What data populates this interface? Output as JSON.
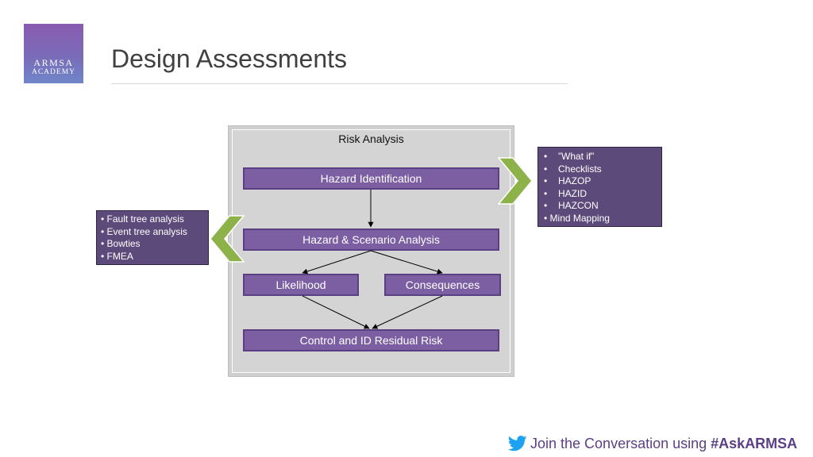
{
  "logo": {
    "line1": "ARMSA",
    "line2": "ACADEMY"
  },
  "title": "Design Assessments",
  "diagram": {
    "frame_title": "Risk Analysis",
    "boxes": {
      "hazard_identification": "Hazard Identification",
      "hazard_scenario": "Hazard & Scenario Analysis",
      "likelihood": "Likelihood",
      "consequences": "Consequences",
      "control": "Control and ID Residual Risk"
    },
    "left_list": [
      "• Fault tree analysis",
      "• Event tree analysis",
      "• Bowties",
      "• FMEA"
    ],
    "right_list": [
      "”What if”",
      "Checklists",
      "HAZOP",
      "HAZID",
      "HAZCON",
      "Mind Mapping"
    ],
    "right_list_bullet": "•"
  },
  "footer": {
    "text": "Join the Conversation using",
    "hashtag": "#AskARMSA"
  },
  "colors": {
    "box_fill": "#7c5fa3",
    "list_fill": "#5c4a7a",
    "chevron": "#8db24a",
    "footer": "#5b3f86",
    "twitter": "#1da1f2"
  },
  "icons": {
    "twitter": "twitter-bird-icon"
  }
}
